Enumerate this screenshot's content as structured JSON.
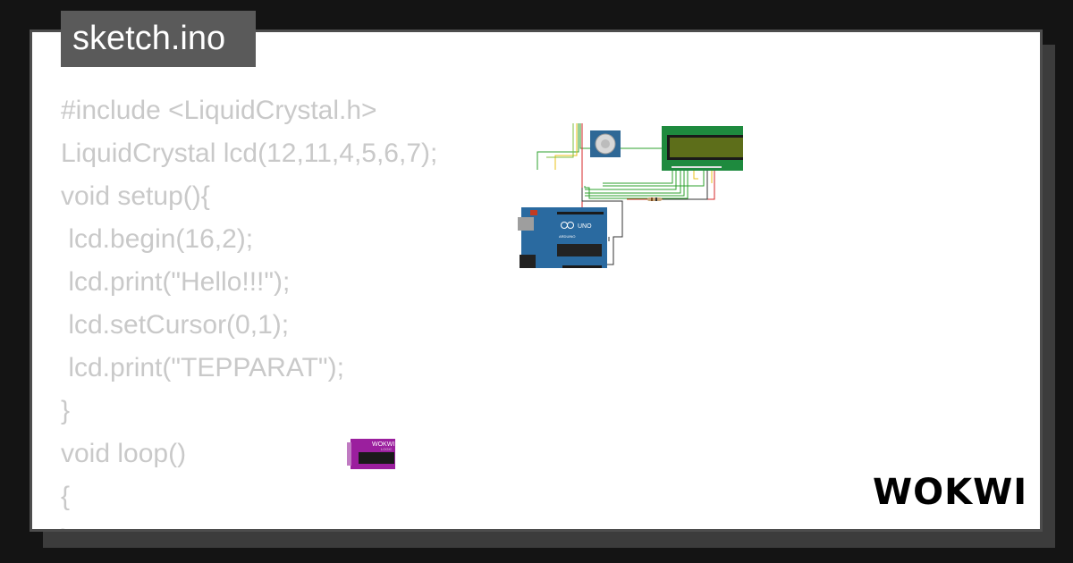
{
  "file_tab": {
    "label": "sketch.ino"
  },
  "code_lines": [
    "#include <LiquidCrystal.h>",
    "LiquidCrystal lcd(12,11,4,5,6,7);",
    "void setup(){",
    " lcd.begin(16,2);",
    " lcd.print(\"Hello!!!\");",
    " lcd.setCursor(0,1);",
    " lcd.print(\"TEPPARAT\");",
    "}",
    "void loop()",
    "{",
    "}"
  ],
  "arduino": {
    "brand": "UNO",
    "sub": "ARDUINO"
  },
  "logic_analyzer": {
    "brand": "WOKWI",
    "sub": "LOGIC"
  },
  "logo": {
    "text": "WOKWI"
  },
  "colors": {
    "background": "#141414",
    "card": "#ffffff",
    "tab": "#5a5a5a",
    "code_text": "#c9c9c9",
    "arduino_board": "#2a6aa0",
    "lcd_frame": "#1e8a3e",
    "lcd_screen": "#5d6e1a",
    "analyzer": "#9b1f9e"
  }
}
